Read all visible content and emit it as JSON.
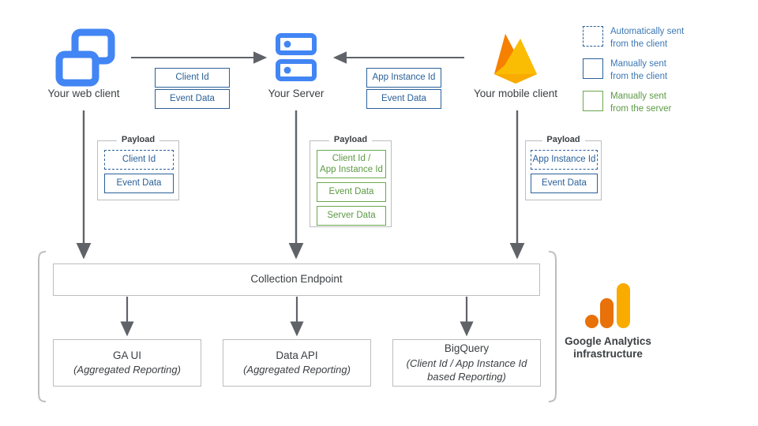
{
  "colors": {
    "blue_accent": "#4285f4",
    "blue_line": "#2a6099",
    "blue_text": "#3c78b4",
    "green": "#6aa84f",
    "green_text": "#5c9a43",
    "grey_border": "#bdbdbd",
    "arrow": "#5f6368",
    "ga_orange": "#e8710a",
    "ga_yellow": "#f9ab00"
  },
  "nodes": {
    "web_client": {
      "label": "Your web client",
      "icon": "web-client-icon"
    },
    "server": {
      "label": "Your Server",
      "icon": "server-icon"
    },
    "mobile_client": {
      "label": "Your mobile client",
      "icon": "firebase-icon"
    }
  },
  "transport": {
    "web_to_server": [
      {
        "label": "Client Id",
        "style": "blue"
      },
      {
        "label": "Event Data",
        "style": "blue"
      }
    ],
    "mobile_to_server": [
      {
        "label": "App Instance Id",
        "style": "blue"
      },
      {
        "label": "Event Data",
        "style": "blue"
      }
    ]
  },
  "payloads": {
    "title": "Payload",
    "web": [
      {
        "label": "Client Id",
        "style": "blue-dashed"
      },
      {
        "label": "Event Data",
        "style": "blue"
      }
    ],
    "server": [
      {
        "label": "Client Id /\nApp Instance Id",
        "style": "green"
      },
      {
        "label": "Event Data",
        "style": "green"
      },
      {
        "label": "Server Data",
        "style": "green"
      }
    ],
    "mobile": [
      {
        "label": "App Instance Id",
        "style": "blue-dashed"
      },
      {
        "label": "Event Data",
        "style": "blue"
      }
    ]
  },
  "infrastructure": {
    "collection_endpoint": "Collection Endpoint",
    "outputs": [
      {
        "title": "GA UI",
        "subtitle": "(Aggregated Reporting)"
      },
      {
        "title": "Data API",
        "subtitle": "(Aggregated Reporting)"
      },
      {
        "title": "BigQuery",
        "subtitle": "(Client Id / App Instance Id\nbased Reporting)"
      }
    ],
    "brand_line1": "Google Analytics",
    "brand_line2": "infrastructure"
  },
  "legend": [
    {
      "style": "dashed-blue",
      "line1": "Automatically sent",
      "line2": "from the client",
      "color_class": "blue"
    },
    {
      "style": "solid-blue",
      "line1": "Manually sent",
      "line2": "from the client",
      "color_class": "blue"
    },
    {
      "style": "solid-green",
      "line1": "Manually sent",
      "line2": "from the server",
      "color_class": "green"
    }
  ]
}
